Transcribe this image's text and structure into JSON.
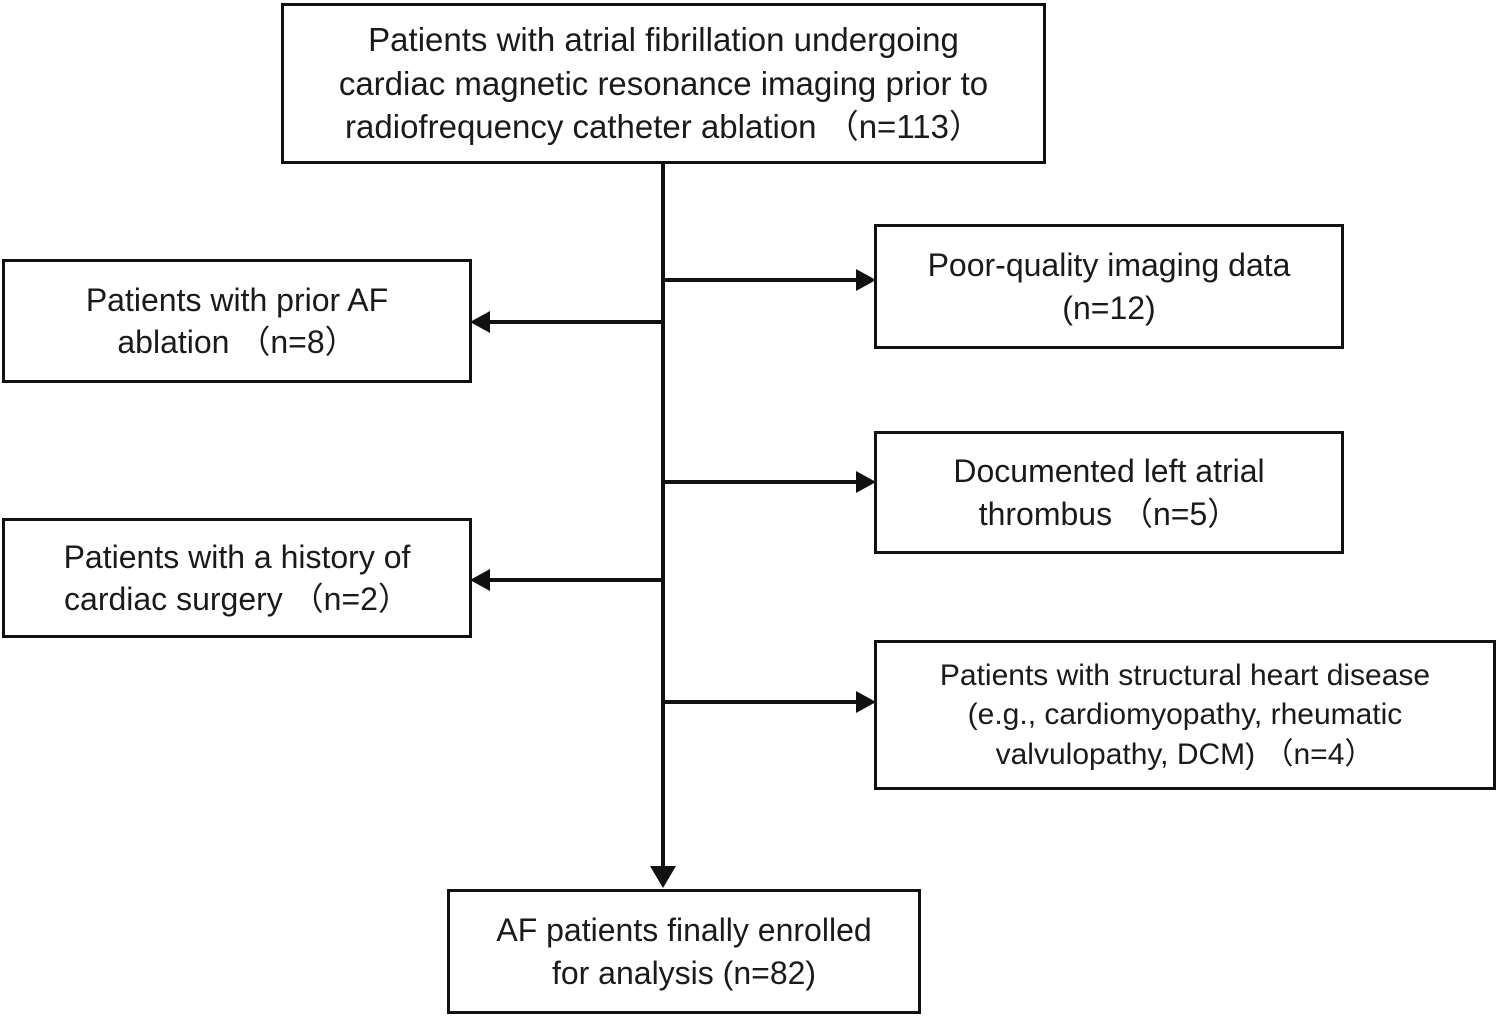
{
  "diagram": {
    "type": "flowchart",
    "title": "Patient enrollment flow diagram",
    "colors": {
      "stroke": "#111111",
      "text": "#1a1a1a",
      "background": "#ffffff"
    },
    "nodes": {
      "source": {
        "id": "source-cohort",
        "text": "Patients with atrial fibrillation undergoing\ncardiac magnetic resonance imaging prior to\nradiofrequency catheter ablation （n=113）",
        "n": 113
      },
      "exclusion_1": {
        "id": "poor-quality-imaging",
        "text": "Poor-quality imaging data\n(n=12)",
        "n": 12
      },
      "exclusion_2": {
        "id": "prior-af-ablation",
        "text": "Patients with prior AF\nablation （n=8）",
        "n": 8
      },
      "exclusion_3": {
        "id": "left-atrial-thrombus",
        "text": "Documented left atrial\nthrombus （n=5）",
        "n": 5
      },
      "exclusion_4": {
        "id": "prior-cardiac-surgery",
        "text": "Patients with a history of\ncardiac surgery （n=2）",
        "n": 2
      },
      "exclusion_5": {
        "id": "structural-heart-disease",
        "text": "Patients with structural heart disease\n(e.g., cardiomyopathy, rheumatic\nvalvulopathy, DCM) （n=4）",
        "n": 4
      },
      "result": {
        "id": "final-enrolled",
        "text": "AF patients finally enrolled\nfor analysis (n=82)",
        "n": 82
      }
    }
  }
}
